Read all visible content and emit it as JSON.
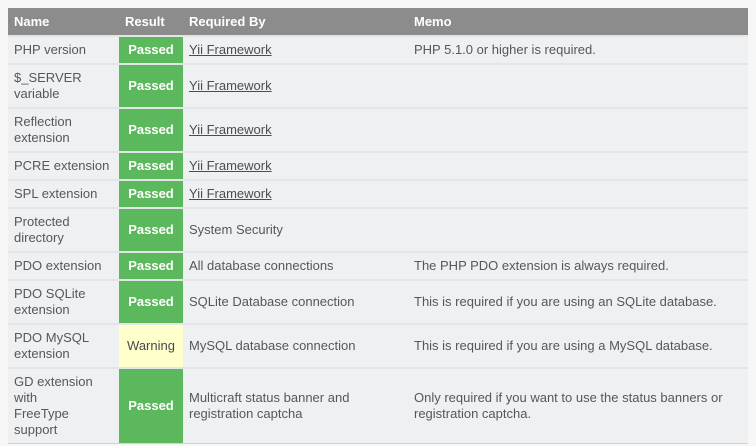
{
  "colors": {
    "page_background": "#f7f7f7",
    "row_background": "#eef0f1",
    "header_background": "#8c8c8c",
    "header_text": "#ffffff",
    "passed_background": "#5cb85c",
    "passed_text": "#ffffff",
    "warning_background": "#ffffcc",
    "body_text": "#55585a"
  },
  "table": {
    "columns": [
      {
        "key": "name",
        "label": "Name"
      },
      {
        "key": "result",
        "label": "Result"
      },
      {
        "key": "required_by",
        "label": "Required By"
      },
      {
        "key": "memo",
        "label": "Memo"
      }
    ],
    "rows": [
      {
        "name": "PHP version",
        "result": "Passed",
        "result_type": "passed",
        "required_by": "Yii Framework",
        "required_by_is_link": true,
        "memo": "PHP 5.1.0 or higher is required."
      },
      {
        "name": "$_SERVER\nvariable",
        "result": "Passed",
        "result_type": "passed",
        "required_by": "Yii Framework",
        "required_by_is_link": true,
        "memo": ""
      },
      {
        "name": "Reflection\nextension",
        "result": "Passed",
        "result_type": "passed",
        "required_by": "Yii Framework",
        "required_by_is_link": true,
        "memo": ""
      },
      {
        "name": "PCRE extension",
        "result": "Passed",
        "result_type": "passed",
        "required_by": "Yii Framework",
        "required_by_is_link": true,
        "memo": ""
      },
      {
        "name": "SPL extension",
        "result": "Passed",
        "result_type": "passed",
        "required_by": "Yii Framework",
        "required_by_is_link": true,
        "memo": ""
      },
      {
        "name": "Protected\ndirectory",
        "result": "Passed",
        "result_type": "passed",
        "required_by": "System Security",
        "required_by_is_link": false,
        "memo": ""
      },
      {
        "name": "PDO extension",
        "result": "Passed",
        "result_type": "passed",
        "required_by": "All database connections",
        "required_by_is_link": false,
        "memo": "The PHP PDO extension is always required."
      },
      {
        "name": "PDO SQLite\nextension",
        "result": "Passed",
        "result_type": "passed",
        "required_by": "SQLite Database connection",
        "required_by_is_link": false,
        "memo": "This is required if you are using an SQLite database."
      },
      {
        "name": "PDO MySQL\nextension",
        "result": "Warning",
        "result_type": "warning",
        "required_by": "MySQL database connection",
        "required_by_is_link": false,
        "memo": "This is required if you are using a MySQL database."
      },
      {
        "name": "GD extension\nwith\nFreeType\nsupport",
        "result": "Passed",
        "result_type": "passed",
        "required_by": "Multicraft status banner and\nregistration captcha",
        "required_by_is_link": false,
        "memo": "Only required if you want to use the status banners or\nregistration captcha."
      }
    ]
  }
}
